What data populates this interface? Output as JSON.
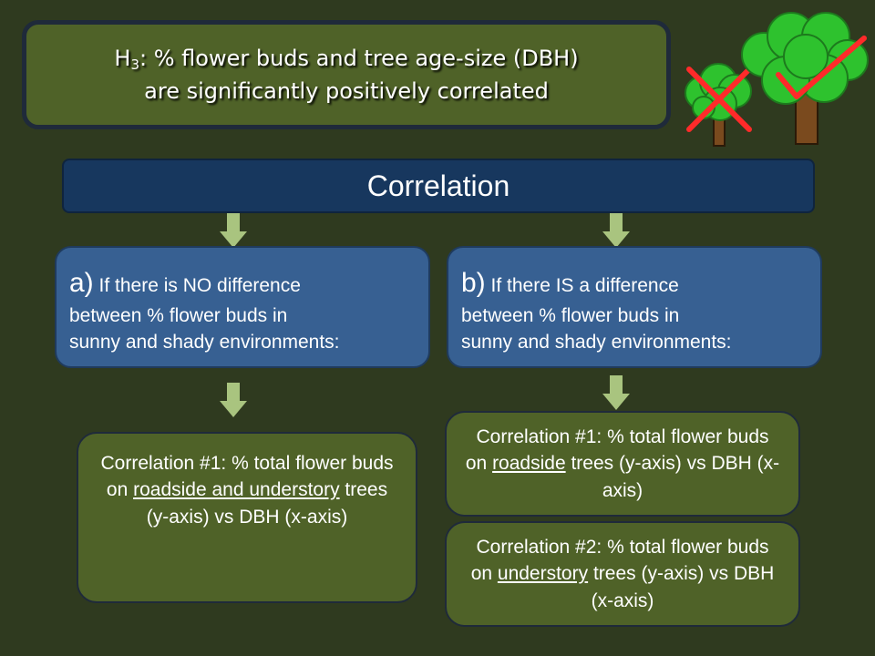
{
  "hypothesis": {
    "label_main": "H",
    "label_sub": "3",
    "line1_rest": ":  % flower buds and tree age-size (DBH)",
    "line2": "are significantly positively correlated"
  },
  "correlation_header": "Correlation",
  "condition_a": {
    "letter": "a)",
    "line1": " If there is NO difference",
    "line2": "between % flower buds in",
    "line3": "sunny and shady environments:"
  },
  "condition_b": {
    "letter": "b)",
    "line1": " If there IS a difference",
    "line2": "between % flower buds in",
    "line3": "sunny and shady environments:"
  },
  "result_a": {
    "part1": "Correlation #1: %  total flower buds on ",
    "underlined": "roadside and understory",
    "part2": " trees (y-axis) vs DBH (x-axis)"
  },
  "result_b1": {
    "part1": "Correlation #1: % total flower buds on ",
    "underlined": "roadside",
    "part2": " trees (y-axis) vs DBH (x-axis)"
  },
  "result_b2": {
    "part1": "Correlation #2: % total flower buds on ",
    "underlined": "understory",
    "part2": " trees (y-axis) vs DBH (x-axis)"
  },
  "colors": {
    "background": "#2f3a1f",
    "green_box": "#4f6228",
    "navy_bar": "#17375e",
    "blue_box": "#376092",
    "arrow": "#a9c47f",
    "mark_red": "#ff2a2a",
    "foliage": "#2ec22e",
    "trunk": "#7a4a1e"
  },
  "icons": [
    "down-arrow-icon",
    "small-tree-icon",
    "large-tree-icon",
    "red-x-icon",
    "red-check-icon"
  ]
}
